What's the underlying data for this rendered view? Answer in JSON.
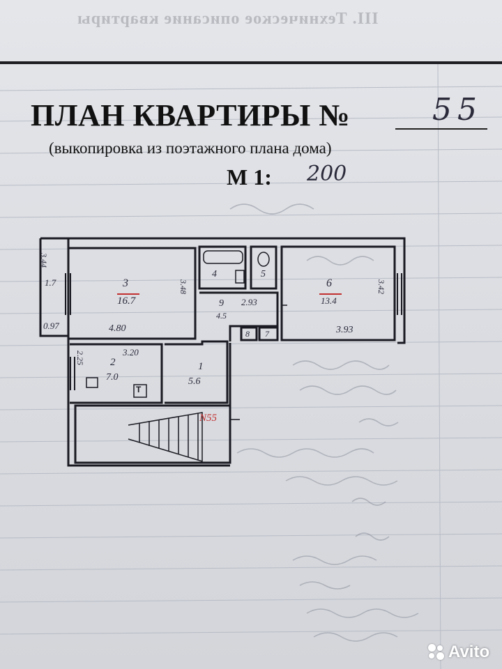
{
  "header": {
    "bleed_through_text": "III. Техническое описание квартиры"
  },
  "document": {
    "title": "ПЛАН КВАРТИРЫ №",
    "apartment_number": "55",
    "subtitle": "(выкопировка из поэтажного плана дома)",
    "scale_label": "М 1:",
    "scale_value": "200"
  },
  "plan": {
    "rooms": [
      {
        "id": "3",
        "area": "16.7"
      },
      {
        "id": "2",
        "area": "7.0"
      },
      {
        "id": "1",
        "area": "5.6"
      },
      {
        "id": "4",
        "area": ""
      },
      {
        "id": "5",
        "area": ""
      },
      {
        "id": "9",
        "area": "4.5"
      },
      {
        "id": "6",
        "area": "13.4"
      },
      {
        "id": "8",
        "area": ""
      },
      {
        "id": "7",
        "area": ""
      }
    ],
    "dimensions": {
      "balcony_height": "3.44",
      "balcony_area": "1.7",
      "balcony_width": "0.97",
      "room3_width": "4.80",
      "room3_depth": "3.48",
      "room2_width": "3.20",
      "room2_depth": "2.25",
      "corridor_len": "2.93",
      "room6_depth": "3.42",
      "room6_width": "3.93"
    },
    "stair_label": "N55",
    "fixture_label": "Т"
  },
  "watermark": {
    "brand": "Avito"
  }
}
